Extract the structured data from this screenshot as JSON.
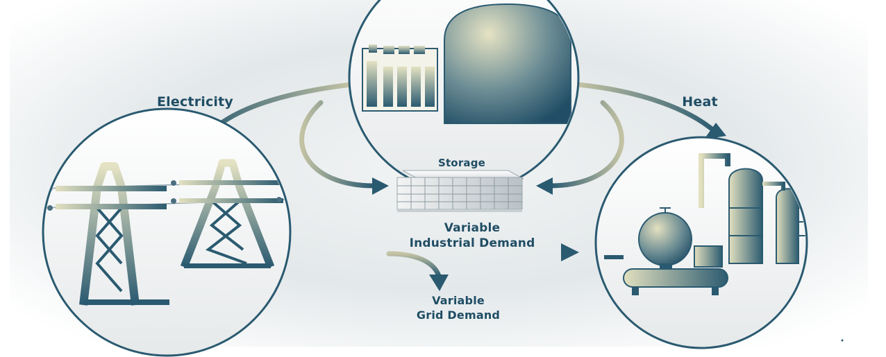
{
  "diagram": {
    "labels": {
      "electricity": "Electricity",
      "heat": "Heat",
      "storage": "Storage",
      "industrial_line1": "Variable",
      "industrial_line2": "Industrial Demand",
      "grid_line1": "Variable",
      "grid_line2": "Grid Demand"
    },
    "nodes": [
      "reactor-plant",
      "transmission-towers",
      "storage-unit",
      "industrial-process-plant"
    ],
    "colors": {
      "label": "#1f4d64",
      "arrow_dark": "#2a5a70",
      "arrow_light": "#b9b899",
      "icon_dark": "#2c5b70",
      "icon_light": "#d8d6b4"
    }
  }
}
